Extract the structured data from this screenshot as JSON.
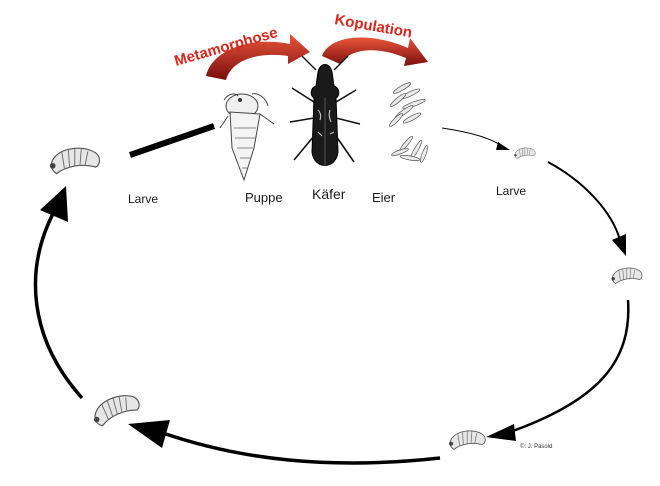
{
  "header": {
    "metamorphosis": "Metamorphose",
    "copulation": "Kopulation"
  },
  "stages": {
    "larva_left": "Larve",
    "pupa": "Puppe",
    "beetle": "Käfer",
    "eggs": "Eier",
    "larva_right": "Larve"
  },
  "credit": "©: J. Pasold",
  "colors": {
    "accent_text": "#d9261c",
    "arrow_gradient_top": "#e04a2e",
    "arrow_gradient_bottom": "#7a0d0d",
    "cycle_arrow": "#000000"
  },
  "icons": [
    "pupa-icon",
    "beetle-icon",
    "eggs-icon",
    "larva-icon"
  ]
}
